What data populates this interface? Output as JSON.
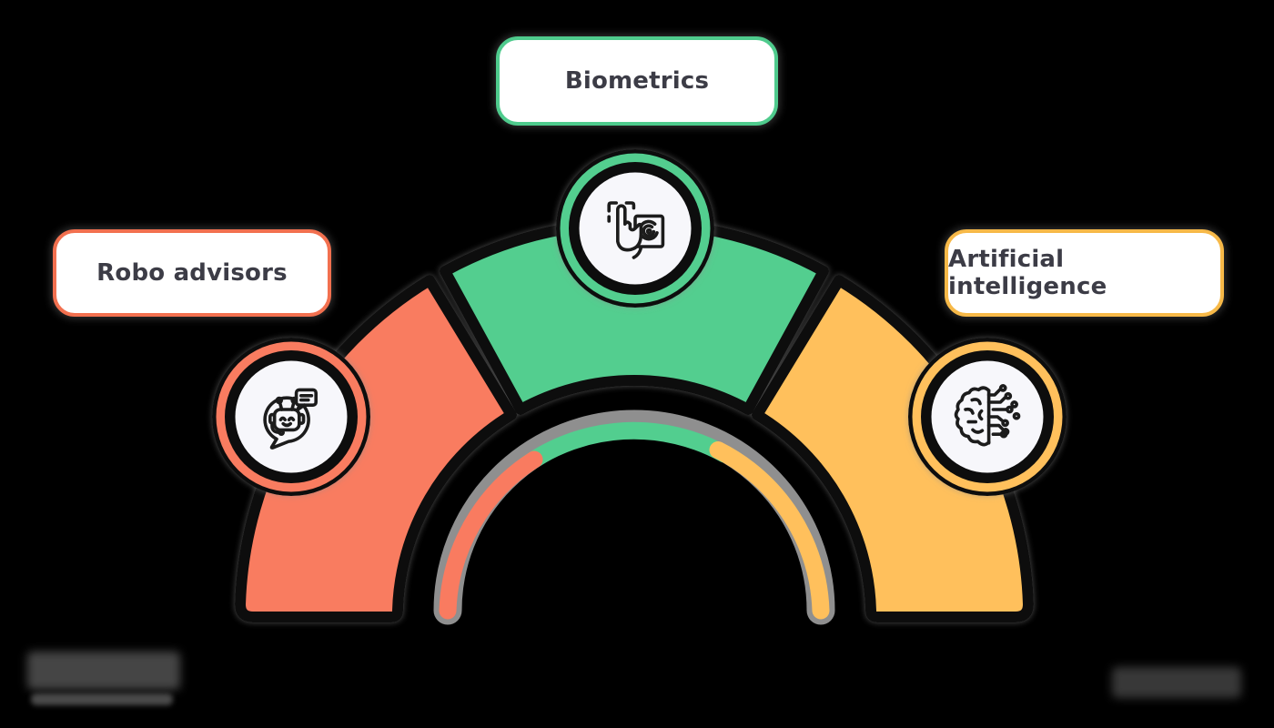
{
  "diagram": {
    "type": "semicircle-arch-infographic",
    "background": "#000000",
    "outline_color": "#0C0C0C",
    "halo_color": "#8F8F8F",
    "circle_face_color": "#F7F7FB",
    "box_fill": "#FFFFFF",
    "text_color": "#3C3C46",
    "title_boxes": [
      {
        "label": "Robo advisors",
        "border_color": "#F2704F"
      },
      {
        "label": "Biometrics",
        "border_color": "#4FCB8D"
      },
      {
        "label": "Artificial intelligence",
        "border_color": "#F7B948"
      }
    ],
    "segments": [
      {
        "name": "robo-advisors",
        "color": "#F97B60",
        "icon": "chatbot-speech-bubble"
      },
      {
        "name": "biometrics",
        "color": "#52CE8F",
        "icon": "fingerprint-press"
      },
      {
        "name": "artificial-intelligence",
        "color": "#FFC05C",
        "icon": "brain-circuit"
      }
    ]
  },
  "footer": {
    "left_logo_blurred": true,
    "right_watermark_blurred": true
  }
}
